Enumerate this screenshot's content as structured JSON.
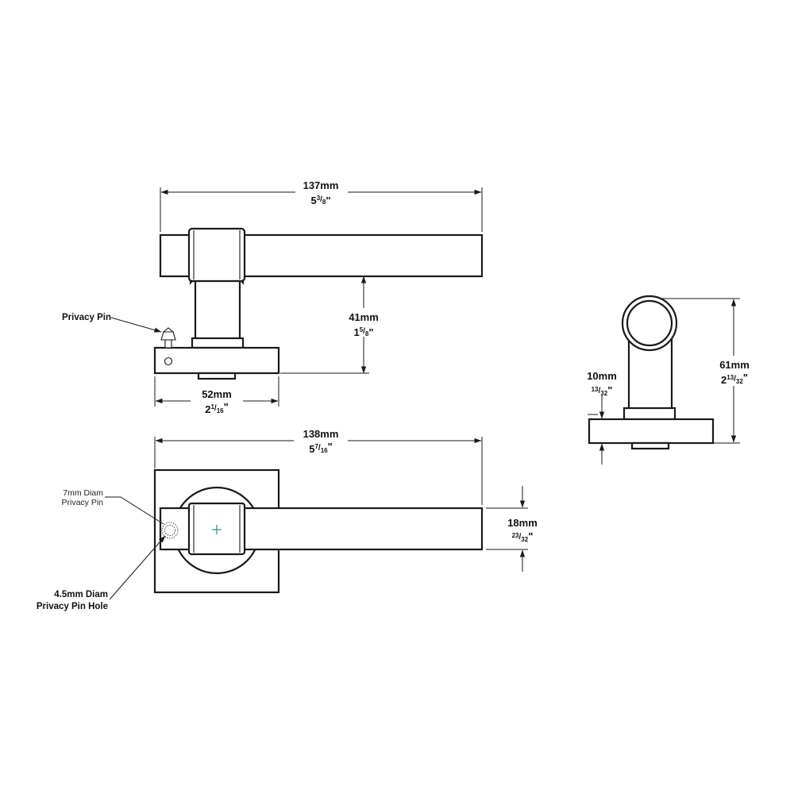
{
  "dimensions": {
    "top_length": {
      "mm": "137mm",
      "whole": "5",
      "num": "3",
      "den": "8"
    },
    "projection": {
      "mm": "41mm",
      "whole": "1",
      "num": "5",
      "den": "8"
    },
    "rose_width": {
      "mm": "52mm",
      "whole": "2",
      "num": "1",
      "den": "16"
    },
    "plan_length": {
      "mm": "138mm",
      "whole": "5",
      "num": "7",
      "den": "16"
    },
    "lever_width": {
      "mm": "18mm",
      "whole": "",
      "num": "23",
      "den": "32"
    },
    "rose_thick": {
      "mm": "10mm",
      "whole": "",
      "num": "13",
      "den": "32"
    },
    "side_height": {
      "mm": "61mm",
      "whole": "2",
      "num": "13",
      "den": "32"
    }
  },
  "labels": {
    "privacy_pin": "Privacy Pin",
    "pin_diam_line1": "7mm Diam",
    "pin_diam_line2": "Privacy Pin",
    "pin_hole_line1": "4.5mm Diam",
    "pin_hole_line2": "Privacy Pin Hole"
  },
  "colors": {
    "line": "#1a1a1a",
    "spindle_mark": "#2a9d9d"
  }
}
